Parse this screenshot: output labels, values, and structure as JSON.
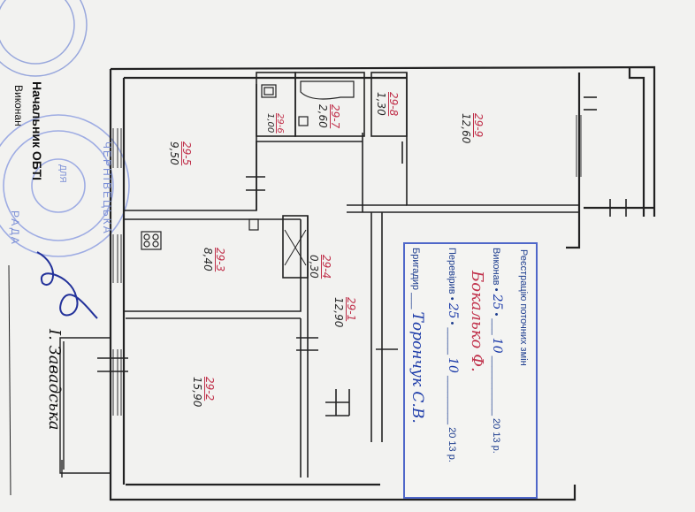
{
  "rooms": [
    {
      "id": "room-29-5",
      "number": "29-5",
      "area": "9,50"
    },
    {
      "id": "room-29-6",
      "number": "29-6",
      "area": "1,00"
    },
    {
      "id": "room-29-7",
      "number": "29-7",
      "area": "2,60"
    },
    {
      "id": "room-29-8",
      "number": "29-8",
      "area": "1,30"
    },
    {
      "id": "room-29-9",
      "number": "29-9",
      "area": "12,60"
    },
    {
      "id": "room-29-3",
      "number": "29-3",
      "area": "8,40"
    },
    {
      "id": "room-29-4",
      "number": "29-4",
      "area": "0,30"
    },
    {
      "id": "room-29-1",
      "number": "29-1",
      "area": "12,90"
    },
    {
      "id": "room-29-2",
      "number": "29-2",
      "area": "15,90"
    }
  ],
  "registration_stamp": {
    "title": "Реєстрацію поточних змін",
    "performed_label": "Виконав",
    "performed_day": "25",
    "performed_month": "10",
    "performed_year": "20 13 р.",
    "performed_signature": "Бокалько Ф.",
    "checked_label": "Перевірив",
    "checked_day": "25",
    "checked_month": "10",
    "checked_year": "20 13 р.",
    "foreman_label": "Бригадир",
    "foreman_name": "Торончук С.В."
  },
  "official": {
    "title": "Начальник ОБТІ",
    "name": "І. Завадська",
    "top_text": "Виконан"
  },
  "round_stamp": {
    "text1": "ЧЕРНІВЕЦЬКА",
    "text2": "РАДА",
    "text3": "ДЛЯ"
  },
  "colors": {
    "ink": "#1d3d8f",
    "red": "#c0304a",
    "stamp": "#4f67c9"
  }
}
